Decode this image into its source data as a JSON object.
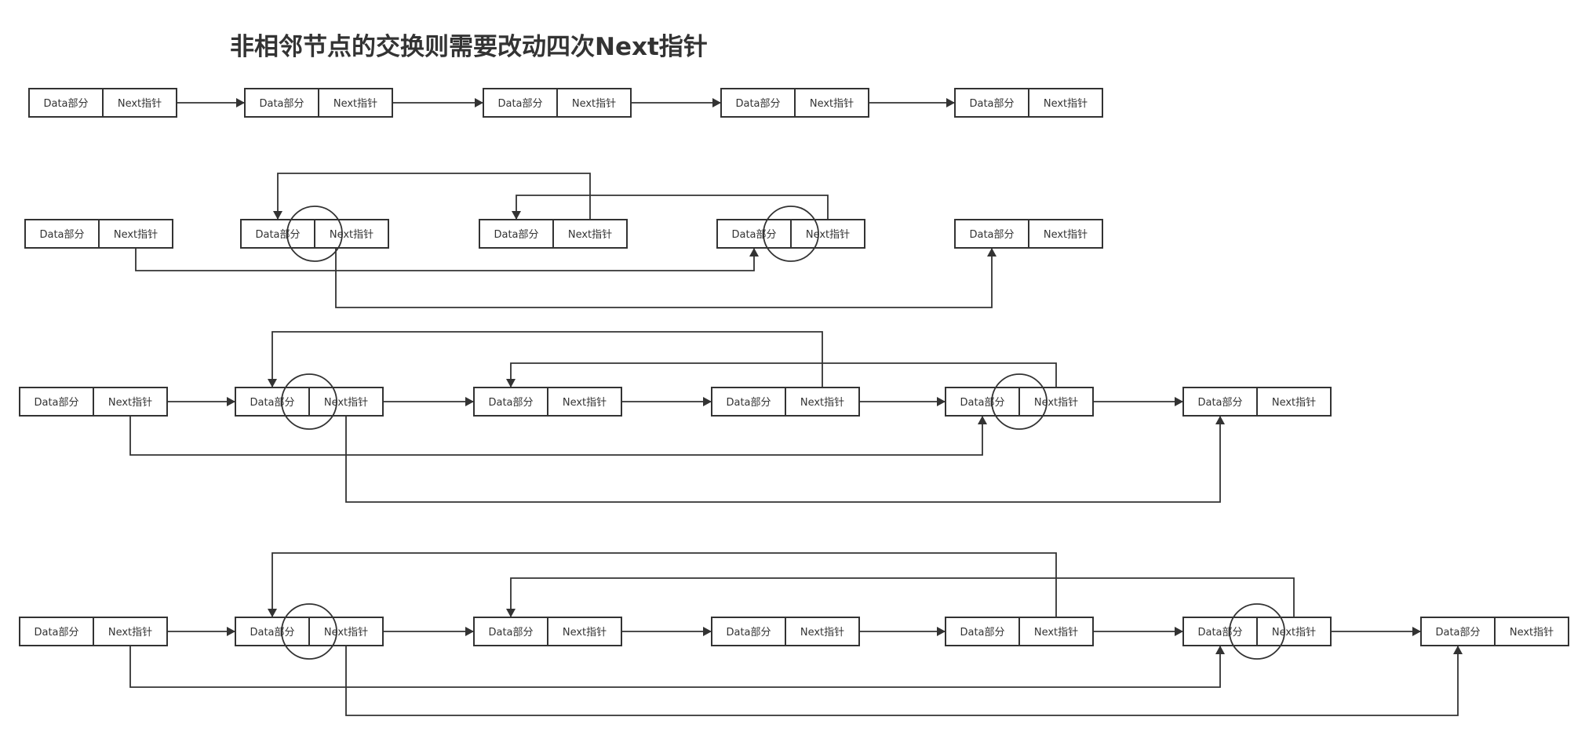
{
  "title": "非相邻节点的交换则需要改动四次Next指针",
  "node": {
    "data_label": "Data部分",
    "next_label": "Next指针"
  },
  "colors": {
    "stroke": "#333333",
    "background": "#ffffff"
  },
  "rows": [
    {
      "name": "row-1-original",
      "node_count": 5
    },
    {
      "name": "row-2-rewired",
      "node_count": 5
    },
    {
      "name": "row-3-adjacent-swap",
      "node_count": 6
    },
    {
      "name": "row-4-nonadjacent-swap",
      "node_count": 7
    }
  ]
}
